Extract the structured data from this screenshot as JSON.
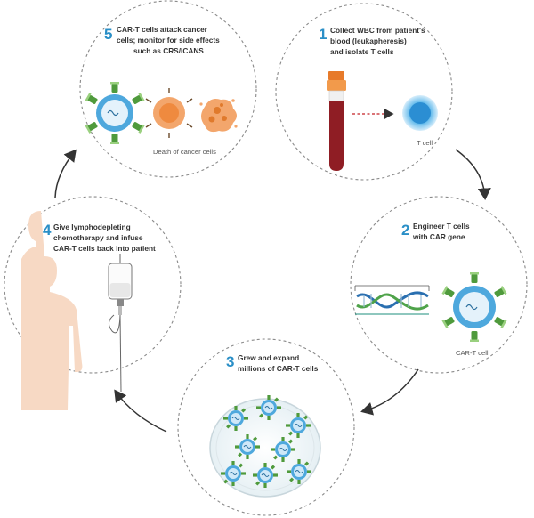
{
  "steps": [
    {
      "number": "1",
      "lines": [
        "Collect WBC from patient's",
        "blood (leukapheresis)",
        "and isolate T cells"
      ],
      "caption": "T cell"
    },
    {
      "number": "2",
      "lines": [
        "Engineer T cells",
        "with CAR gene"
      ],
      "caption": "CAR-T cell"
    },
    {
      "number": "3",
      "lines": [
        "Grew and expand",
        "millions of CAR-T cells"
      ]
    },
    {
      "number": "4",
      "lines": [
        "Give lymphodepleting",
        "chemotherapy and infuse",
        "CAR-T cells back into patient"
      ]
    },
    {
      "number": "5",
      "lines": [
        "CAR-T cells attack cancer",
        "cells; monitor for side effects",
        "such as CRS/ICANS"
      ],
      "caption": "Death of cancer cells"
    }
  ],
  "colors": {
    "step_number": "#2a8fc7",
    "blood": "#8f1d24",
    "cap": "#e77a2a",
    "cell_blue": "#5bb4e6",
    "receptor_green": "#4f9a3c",
    "cancer_orange": "#f08a3c",
    "skin": "#f7d9c4"
  }
}
